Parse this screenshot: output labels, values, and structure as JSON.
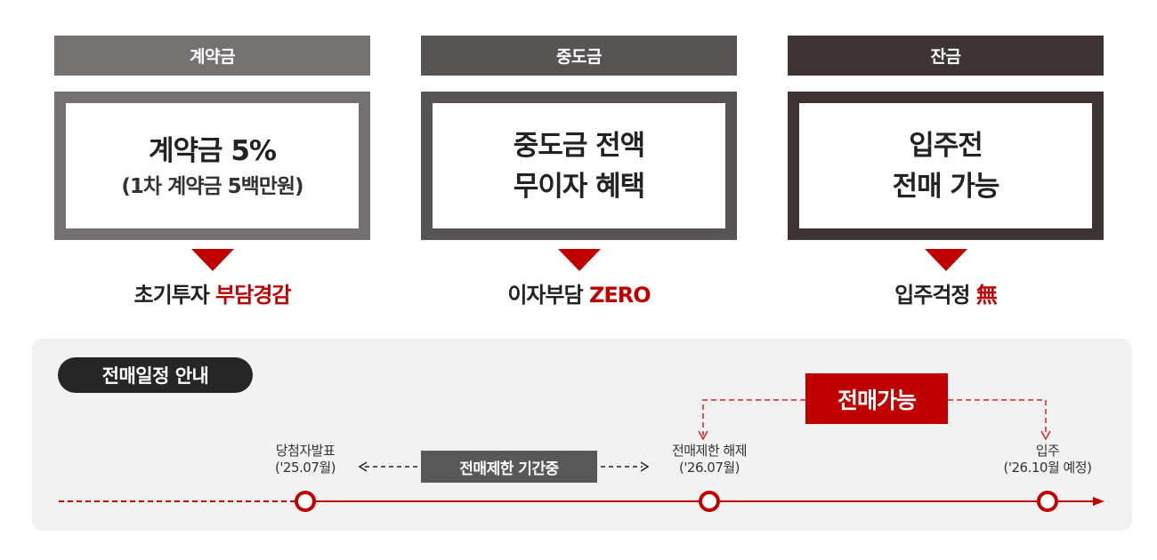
{
  "colors": {
    "accent": "#c00000",
    "col1": "#767171",
    "col2": "#595454",
    "col3": "#3e3434",
    "panel_bg": "#f2f2f2",
    "pill_bg": "#262626",
    "period_bg": "#585858"
  },
  "columns": [
    {
      "header": "계약금",
      "main": "계약금 5%",
      "sub": "(1차 계약금 5백만원)",
      "result_plain": "초기투자 ",
      "result_accent": "부담경감"
    },
    {
      "header": "중도금",
      "main_line1": "중도금 전액",
      "main_line2": "무이자 혜택",
      "result_plain": "이자부담 ",
      "result_accent": "ZERO"
    },
    {
      "header": "잔금",
      "main_line1": "입주전",
      "main_line2": "전매 가능",
      "result_plain": "입주걱정 ",
      "result_accent": "無"
    }
  ],
  "schedule": {
    "title": "전매일정 안내",
    "period_label": "전매제한 기간중",
    "resale_label": "전매가능",
    "milestones": [
      {
        "name": "당첨자발표",
        "date": "('25.07월)"
      },
      {
        "name": "전매제한 해제",
        "date": "('26.07월)"
      },
      {
        "name": "입주",
        "date": "('26.10월 예정)"
      }
    ]
  }
}
